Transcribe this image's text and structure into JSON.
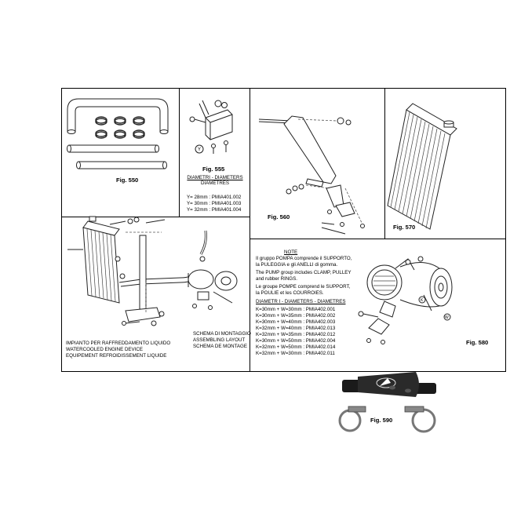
{
  "figures": {
    "fig550": "Fig. 550",
    "fig555": "Fig. 555",
    "fig560": "Fig. 560",
    "fig570": "Fig. 570",
    "fig580": "Fig. 580",
    "fig590": "Fig. 590"
  },
  "fig555_table": {
    "heading1": "DIAMETRI - DIAMETERS",
    "heading2": "DIAMETRES",
    "rows": [
      "Y= 28mm : PMIA401.002",
      "Y= 30mm : PMIA401.003",
      "Y= 32mm : PMIA401.004"
    ]
  },
  "impianto": {
    "line1": "IMPIANTO PER RAFFREDDAMENTO LIQUIDO",
    "line2": "WATERCOOLED ENGINE DEVICE",
    "line3": "EQUIPEMENT REFROIDISSEMENT LIQUIDE"
  },
  "schema": {
    "line1": "SCHEMA DI MONTAGGIO",
    "line2": "ASSEMBLING LAYOUT",
    "line3": "SCHEMA DE MONTAGE"
  },
  "note": {
    "title": "NOTE",
    "it1": "Il gruppo POMPA comprende il SUPPORTO,",
    "it2": "la PULEGGIA e gli ANELLI di gomma.",
    "en1": "The PUMP group includes CLAMP, PULLEY",
    "en2": "and rubber RINGS.",
    "fr1": "Le groupe POMPE comprend le SUPPORT,",
    "fr2": "la POULIE et les COURROIES.",
    "table_heading": "DIAMETR I - DIAMETERS - DIAMETRES",
    "rows": [
      "K=30mm + W=30mm : PMIA402.001",
      "K=30mm + W=35mm : PMIA402.002",
      "K=30mm + W=40mm : PMIA402.003",
      "K=32mm + W=40mm : PMIA402.013",
      "K=32mm + W=35mm : PMIA402.012",
      "K=30mm + W=50mm : PMIA402.004",
      "K=32mm + W=50mm : PMIA402.014",
      "K=32mm + W=30mm : PMIA402.011"
    ]
  },
  "part_letters": {
    "y": "Y",
    "k": "K",
    "w": "W"
  }
}
